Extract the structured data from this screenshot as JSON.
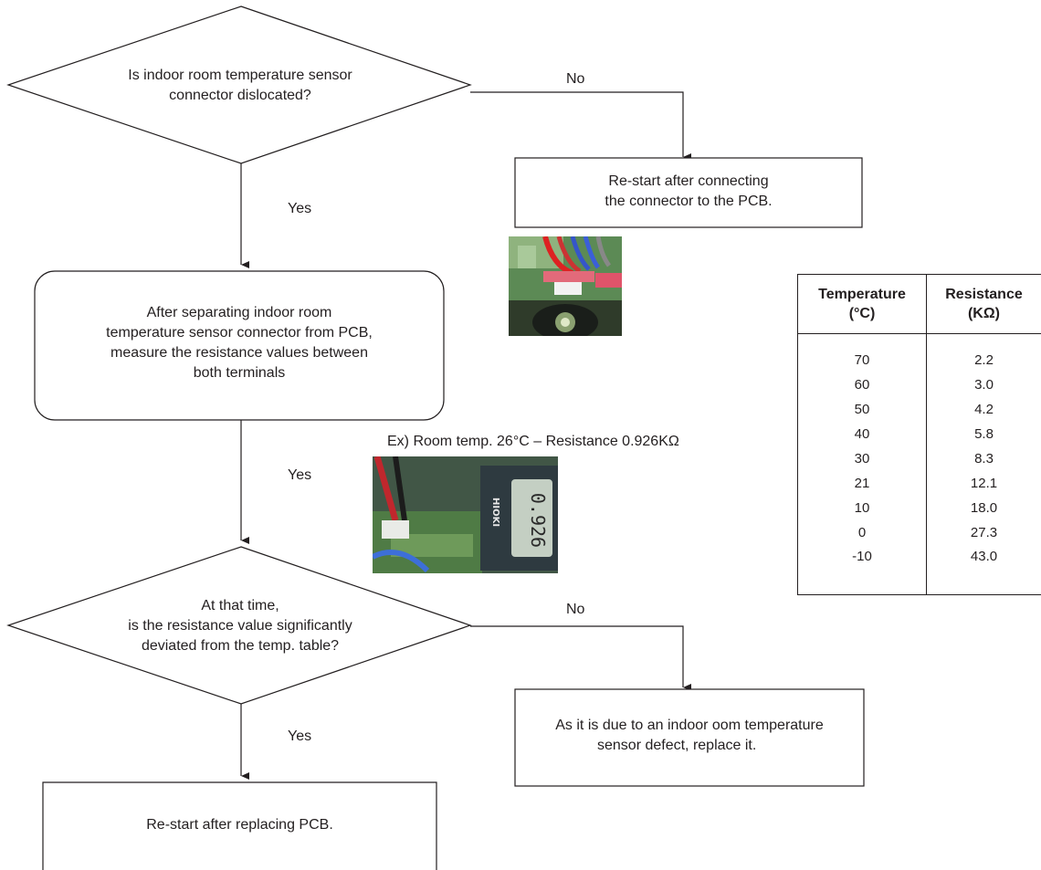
{
  "decision1": {
    "text_line1": "Is indoor room temperature sensor",
    "text_line2": "connector dislocated?",
    "no_label": "No",
    "yes_label": "Yes"
  },
  "box_reconnect": {
    "line1": "Re-start after connecting",
    "line2": "the connector to the PCB."
  },
  "box_measure": {
    "line1": "After separating indoor room",
    "line2": "temperature sensor connector from PCB,",
    "line3": "measure the resistance values between",
    "line4": "both terminals",
    "yes_label": "Yes"
  },
  "example_caption": "Ex) Room temp. 26°C – Resistance 0.926KΩ",
  "decision2": {
    "text_line1": "At that time,",
    "text_line2": "is the resistance value significantly",
    "text_line3": "deviated from the temp. table?",
    "no_label": "No",
    "yes_label": "Yes"
  },
  "box_replace_sensor": {
    "line1": "As it is due to an indoor oom temperature",
    "line2": "sensor defect, replace it."
  },
  "box_replace_pcb": {
    "text": "Re-start after replacing PCB."
  },
  "resistance_table": {
    "header_temp_line1": "Temperature",
    "header_temp_line2": "(°C)",
    "header_res_line1": "Resistance",
    "header_res_line2": "(KΩ)",
    "rows": [
      {
        "temp": "70",
        "res": "2.2"
      },
      {
        "temp": "60",
        "res": "3.0"
      },
      {
        "temp": "50",
        "res": "4.2"
      },
      {
        "temp": "40",
        "res": "5.8"
      },
      {
        "temp": "30",
        "res": "8.3"
      },
      {
        "temp": "21",
        "res": "12.1"
      },
      {
        "temp": "10",
        "res": "18.0"
      },
      {
        "temp": "0",
        "res": "27.3"
      },
      {
        "temp": "-10",
        "res": "43.0"
      }
    ]
  }
}
